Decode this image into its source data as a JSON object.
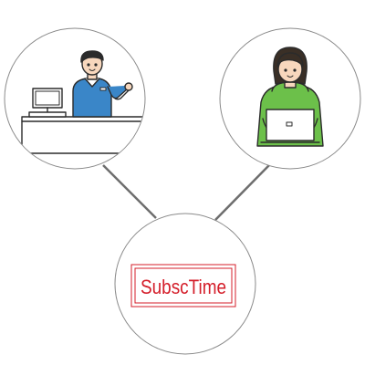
{
  "diagram": {
    "nodes": [
      {
        "id": "store-clerk",
        "label": ""
      },
      {
        "id": "customer-laptop",
        "label": ""
      },
      {
        "id": "subsctime-service",
        "label": ""
      }
    ],
    "edges": [
      {
        "from": "store-clerk",
        "to": "subsctime-service"
      },
      {
        "from": "customer-laptop",
        "to": "subsctime-service"
      }
    ]
  },
  "logo": {
    "text": "SubscTime",
    "color": "#d41e2a"
  },
  "colors": {
    "circle_stroke": "#8a8a8a",
    "connector": "#6e6e6e",
    "line_art": "#2b2b2b",
    "clerk_shirt": "#3a86c8",
    "customer_hoodie": "#6cc04a",
    "skin": "#f7d7bd"
  },
  "icons": [
    "store-clerk-illustration",
    "computer-monitor-icon",
    "laptop-user-illustration",
    "laptop-icon"
  ]
}
